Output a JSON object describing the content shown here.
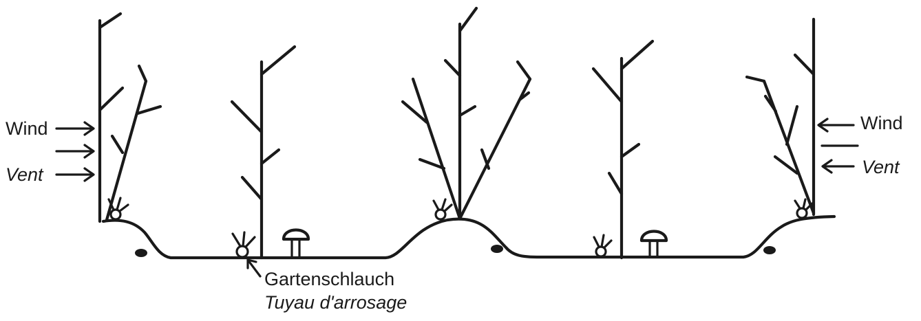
{
  "labels": {
    "wind_left": "Wind",
    "vent_left": "Vent",
    "wind_right": "Wind",
    "vent_right": "Vent",
    "hose_de": "Gartenschlauch",
    "hose_fr": "Tuyau d'arrosage"
  },
  "colors": {
    "ink": "#1a1a1a",
    "background": "#ffffff"
  }
}
